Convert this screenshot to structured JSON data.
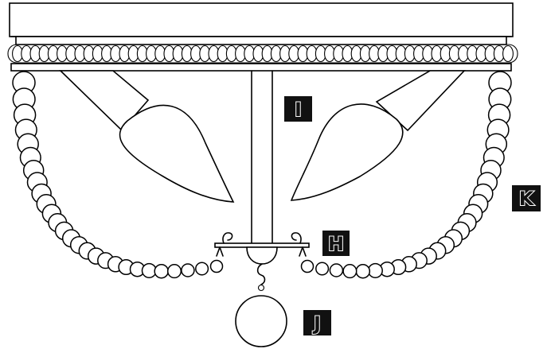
{
  "callouts": {
    "I": "I",
    "H": "H",
    "K": "K",
    "J": "J"
  },
  "colors": {
    "stroke": "#000000",
    "background": "#ffffff",
    "callout_box": "#111111"
  }
}
